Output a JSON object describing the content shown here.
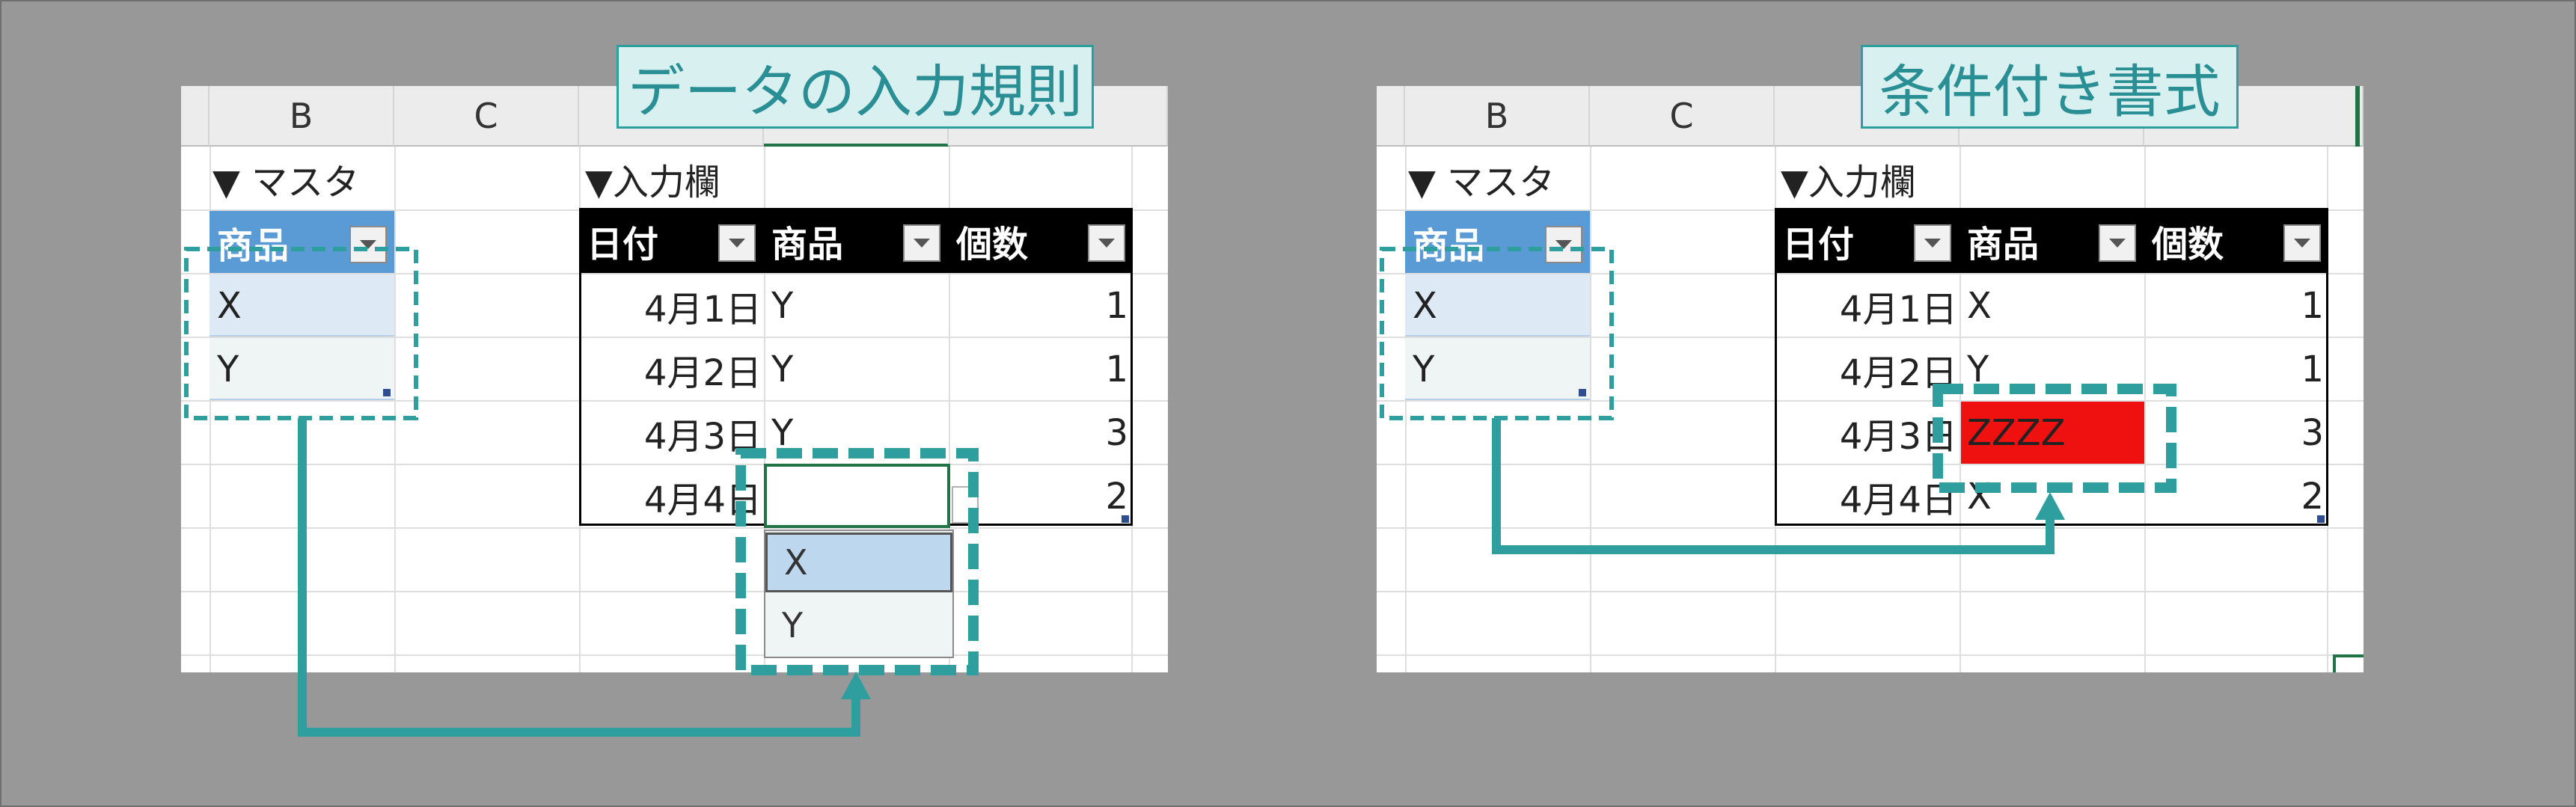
{
  "colors": {
    "background": "#989898",
    "accent": "#2e9e9e",
    "table_header": "#000000",
    "master_header": "#5b9bd5",
    "master_row": "#dde9f5",
    "alert": "#ef1010"
  },
  "left": {
    "callout": "データの入力規則",
    "columns": [
      "B",
      "C"
    ],
    "master_label": "▼ マスタ",
    "master_header": "商品",
    "master_rows": [
      "X",
      "Y"
    ],
    "input_label": "▼入力欄",
    "table_headers": [
      "日付",
      "商品",
      "個数"
    ],
    "rows": [
      {
        "date": "4月1日",
        "item": "Y",
        "qty": "1"
      },
      {
        "date": "4月2日",
        "item": "Y",
        "qty": "1"
      },
      {
        "date": "4月3日",
        "item": "Y",
        "qty": "3"
      },
      {
        "date": "4月4日",
        "item": "",
        "qty": "2"
      }
    ],
    "dropdown_options": [
      "X",
      "Y"
    ]
  },
  "right": {
    "callout": "条件付き書式",
    "columns": [
      "B",
      "C"
    ],
    "master_label": "▼ マスタ",
    "master_header": "商品",
    "master_rows": [
      "X",
      "Y"
    ],
    "input_label": "▼入力欄",
    "table_headers": [
      "日付",
      "商品",
      "個数"
    ],
    "rows": [
      {
        "date": "4月1日",
        "item": "X",
        "qty": "1"
      },
      {
        "date": "4月2日",
        "item": "Y",
        "qty": "1"
      },
      {
        "date": "4月3日",
        "item": "ZZZZ",
        "qty": "3"
      },
      {
        "date": "4月4日",
        "item": "X",
        "qty": "2"
      }
    ]
  }
}
